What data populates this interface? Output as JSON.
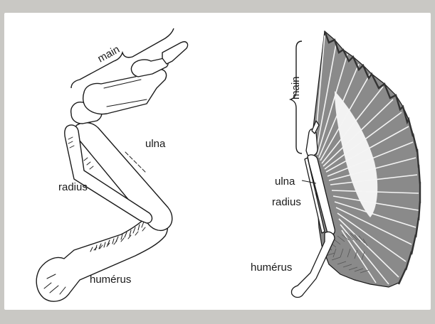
{
  "left_skeleton": {
    "labels": {
      "main": "main",
      "ulna": "ulna",
      "radius": "radius",
      "humerus": "humérus"
    }
  },
  "right_wing": {
    "labels": {
      "main": "main",
      "ulna": "ulna",
      "radius": "radius",
      "humerus": "humérus"
    }
  },
  "colors": {
    "background": "#c9c8c4",
    "paper": "#ffffff",
    "ink": "#1a1a1a",
    "feather_dark": "#4d4d4d",
    "feather_light": "#9a9a9a"
  }
}
